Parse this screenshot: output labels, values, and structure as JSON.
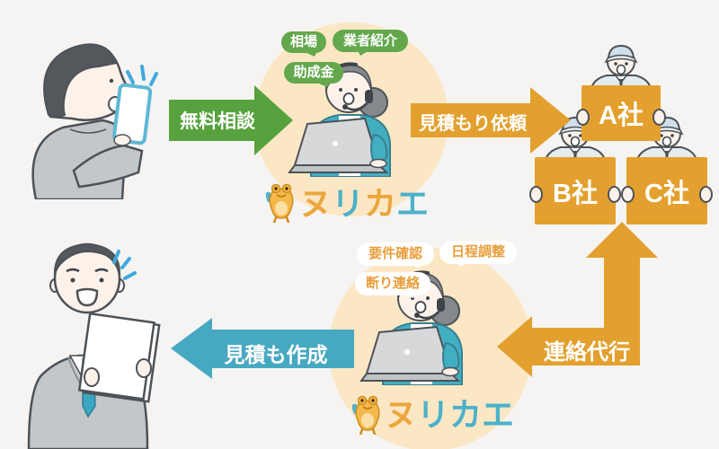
{
  "colors": {
    "background": "#f5f4f2",
    "circle_bg": "#fbe7c4",
    "arrow_green": "#57a23e",
    "bubble_green": "#63a84c",
    "arrow_orange": "#e3a02e",
    "arrow_teal": "#47a9c1",
    "logo_orange": "#eba63c",
    "logo_teal": "#4bb1ca",
    "bubble_text_orange": "#e89e3b",
    "outline": "#4d5257"
  },
  "top_flow": {
    "consult_arrow": "無料相談",
    "bubbles": {
      "souba": "相場",
      "gyousha": "業者紹介",
      "joseikin": "助成金"
    },
    "estimate_request_arrow": "見積もり依頼",
    "companies": {
      "a": "A社",
      "b": "B社",
      "c": "C社"
    }
  },
  "bottom_flow": {
    "contact_arrow": "連絡代行",
    "bubbles": {
      "youken": "要件確認",
      "nittei": "日程調整",
      "kotowari": "断り連絡"
    },
    "estimate_create_arrow": "見積も作成"
  },
  "logo_top": {
    "chars": [
      "ヌ",
      "リ",
      "カ",
      "エ"
    ]
  },
  "logo_bottom": {
    "chars": [
      "ヌ",
      "リ",
      "カ",
      "エ"
    ]
  }
}
